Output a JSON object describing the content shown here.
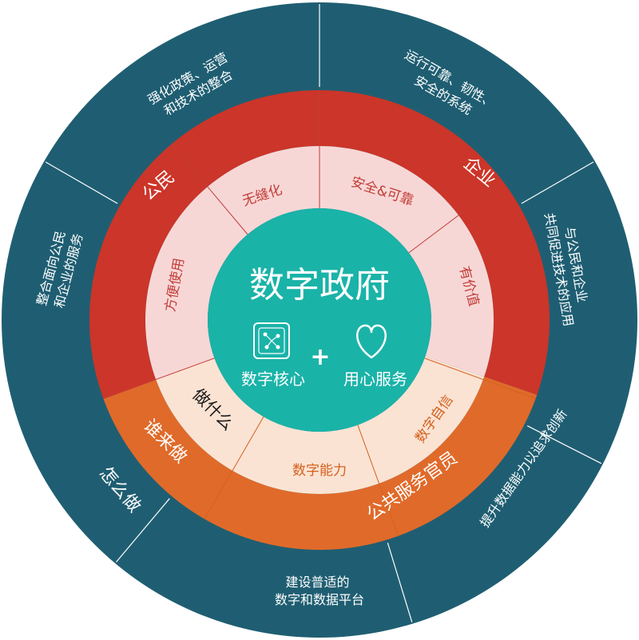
{
  "colors": {
    "outer_ring": "#1f5e72",
    "red_ring": "#cc3529",
    "orange_ring": "#e06a2a",
    "pink_band": "#f7d7d6",
    "peach_band": "#fbe3d3",
    "center": "#1ab3a8",
    "red_text": "#c23d38",
    "orange_text": "#d4611f",
    "white": "#ffffff"
  },
  "center": {
    "title": "数字政府",
    "left_label": "数字核心",
    "right_label": "用心服务",
    "plus": "+",
    "left_icon": "circuit-chip-icon",
    "right_icon": "heart-icon"
  },
  "inner_ring": {
    "red_items": [
      "无缝化",
      "安全&可靠",
      "有价值",
      "方便使用"
    ],
    "orange_items": [
      "做什么",
      "数字自信",
      "数字能力"
    ]
  },
  "middle_ring": {
    "red_labels": [
      "公民",
      "企业"
    ],
    "orange_labels": [
      "谁来做",
      "公共服务官员"
    ]
  },
  "outer_ring": {
    "texts": [
      [
        "强化政策、运营",
        "和技术的整合"
      ],
      [
        "运行可靠、韧性、",
        "安全的系统"
      ],
      [
        "与公民和企业",
        "共同促进技术的应用"
      ],
      [
        "提升数据能力以追求创新"
      ],
      [
        "建设普适的",
        "数字和数据平台"
      ],
      [
        "整合面向公民",
        "和企业的服务"
      ]
    ],
    "label": "怎么做"
  }
}
